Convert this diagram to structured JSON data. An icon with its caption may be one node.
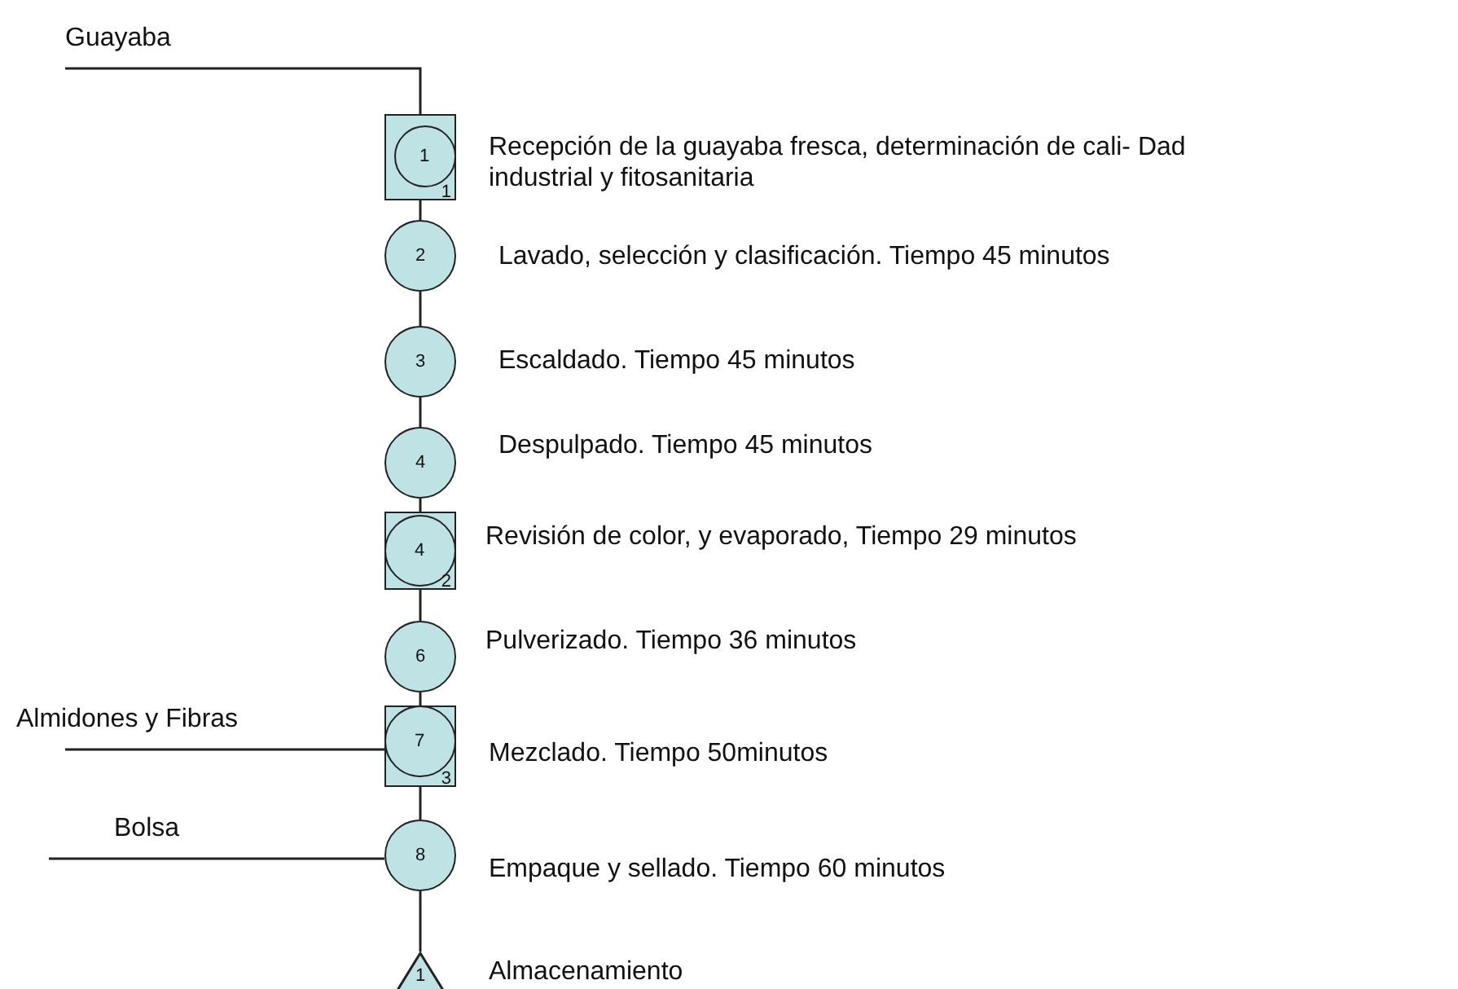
{
  "diagram": {
    "nodes": [
      {
        "text": [
          "Guayaba"
        ]
      },
      {
        "text": [
          "1",
          "1"
        ],
        "beside": [
          "Recepción de la guayaba fresca, determinación de cali- Dad industrial y fitosanitaria"
        ]
      },
      {
        "text": [
          "2"
        ],
        "beside": [
          "Lavado, selección y clasificación. Tiempo 45 minutos"
        ]
      },
      {
        "text": [
          "3"
        ],
        "beside": [
          "Escaldado. Tiempo 45 minutos"
        ]
      },
      {
        "text": [
          "4"
        ],
        "beside": [
          "Despulpado. Tiempo 45 minutos"
        ]
      },
      {
        "text": [
          "4",
          "2"
        ],
        "beside": [
          "Revisión de color, y evaporado, Tiempo 29 minutos"
        ]
      },
      {
        "text": [
          "6"
        ],
        "beside": [
          "Pulverizado. Tiempo 36 minutos"
        ]
      },
      {
        "text": [
          "Almidones y Fibras"
        ]
      },
      {
        "text": [
          "7",
          "3"
        ],
        "beside": [
          "Mezclado. Tiempo 50minutos"
        ]
      },
      {
        "text": [
          "Bolsa"
        ]
      },
      {
        "text": [
          "8"
        ],
        "beside": [
          "Empaque y sellado. Tiempo 60 minutos"
        ]
      },
      {
        "text": [
          "1"
        ],
        "beside": [
          "Almacenamiento"
        ]
      }
    ],
    "edges": [
      {
        "from": 0,
        "to": 1,
        "arrow": "none"
      },
      {
        "from": 1,
        "to": 2,
        "arrow": "none"
      },
      {
        "from": 2,
        "to": 3,
        "arrow": "none"
      },
      {
        "from": 3,
        "to": 4,
        "arrow": "none"
      },
      {
        "from": 4,
        "to": 5,
        "arrow": "none"
      },
      {
        "from": 5,
        "to": 6,
        "arrow": "none"
      },
      {
        "from": 7,
        "to": 8,
        "arrow": "none"
      },
      {
        "from": 6,
        "to": 8,
        "arrow": "none"
      },
      {
        "from": 9,
        "to": 10,
        "arrow": "none"
      },
      {
        "from": 8,
        "to": 10,
        "arrow": "none"
      },
      {
        "from": 10,
        "to": 11,
        "arrow": "none"
      }
    ]
  }
}
